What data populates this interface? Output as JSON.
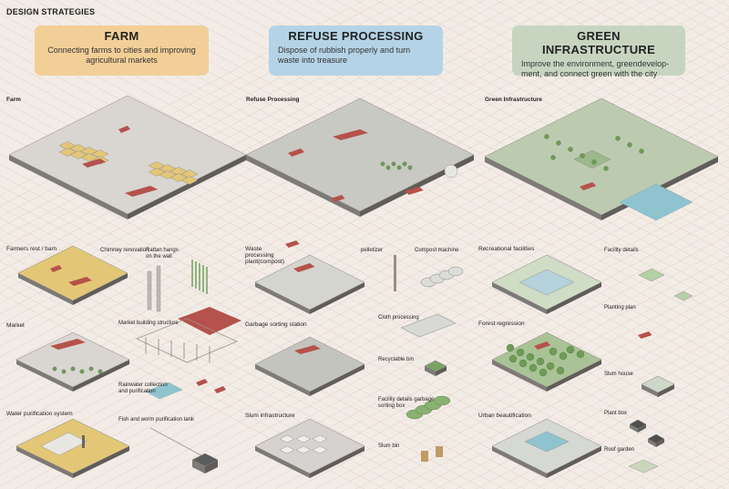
{
  "title": "DESIGN STRATEGIES",
  "cards": {
    "farm": {
      "heading": "FARM",
      "text": "Connecting farms to cities and improving agricultural markets",
      "color": "#f2cf97"
    },
    "refuse": {
      "heading": "REFUSE PROCESSING",
      "text": "Dispose of rubbish properly and turn waste into treasure",
      "color": "#b5d3e6"
    },
    "green": {
      "heading": "GREEN INFRASTRUCTURE",
      "text": "Improve the environment, greendevelop-ment, and connect green with the city",
      "color": "#c7d5c0"
    }
  },
  "sections": {
    "farm": "Farm",
    "refuse": "Refuse Processing",
    "green": "Green Infrastructure"
  },
  "labels": {
    "farmers_rest": "Farmers rest / barn",
    "chimney": "Chimney renovation",
    "rattan": "Rattan hangs\non the wall",
    "market": "Market",
    "market_building": "Market building structure",
    "rainwater": "Rainwater collection\nand purification",
    "water_purification": "Water purification system",
    "fish_worm": "Fish and worm purification tank",
    "waste_plant": "Waste\nprocessing\nplant(compost)",
    "pelletizer": "pelletizer",
    "compost_machine": "Compost machine",
    "garbage_station": "Garbage sorting station",
    "cloth": "Cloth processing",
    "recyclable_bin": "Recyclable bin",
    "facility_garbage": "Facility details garbage\nsorting box",
    "slum_infra": "Slum infrastructure",
    "slum_bin": "Slum bin",
    "recreational": "Recreational facilities",
    "facility_details": "Facility details",
    "planting_plan": "Planting plan",
    "forest": "Forest regression",
    "slum_house": "Slum house",
    "urban": "Urban beautification",
    "plant_box": "Plant box",
    "roof_garden": "Roof garden"
  },
  "colors": {
    "background": "#f3ece6",
    "grid": "#e2d6cc",
    "roof_red": "#b5524b",
    "field": "#e3c777",
    "ground": "#d9d6d2",
    "green": "#9fb98f",
    "tree": "#6f9a57",
    "water": "#8fc3cf"
  }
}
